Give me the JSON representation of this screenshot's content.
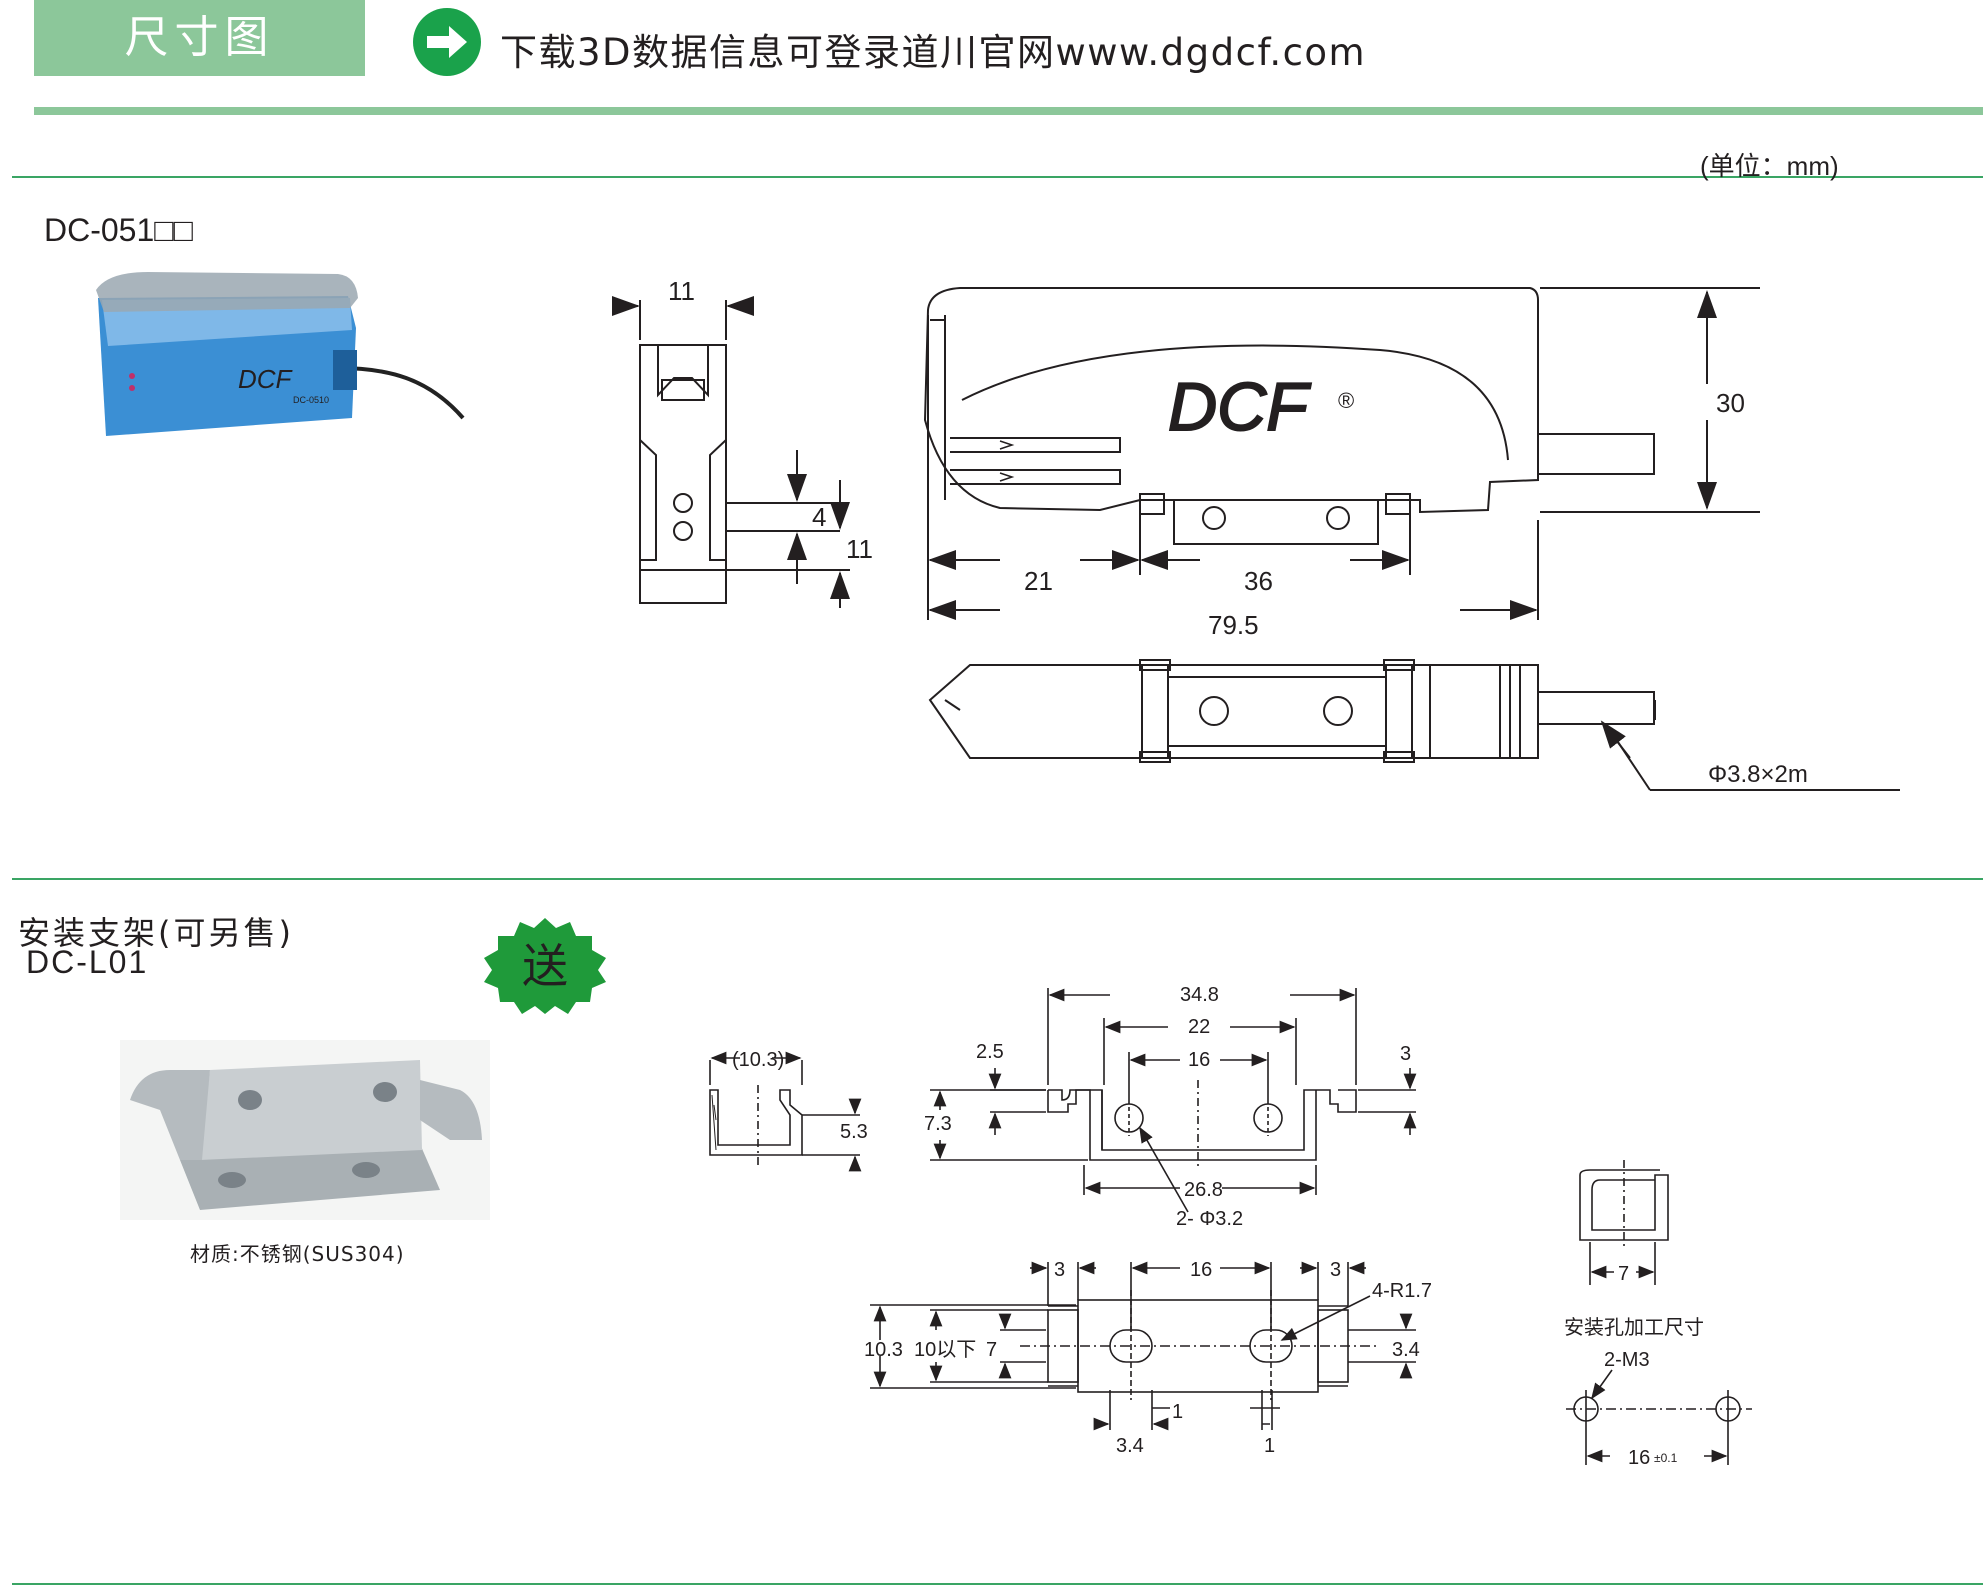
{
  "header": {
    "tab_label": "尺寸图",
    "download_text": "下载3D数据信息可登录道川官网www.dgdcf.com"
  },
  "unit_label": "(单位：mm)",
  "sensor": {
    "model": "DC-051□□",
    "brand": "DCF",
    "reg_mark": "®",
    "label_small": "DC-0510",
    "dims": {
      "front_width": "11",
      "hole_pitch": "4",
      "hole_base": "11",
      "height": "30",
      "offset": "21",
      "mount_len": "36",
      "total_len": "79.5",
      "cable": "Φ3.8×2m"
    }
  },
  "bracket": {
    "title": "安装支架(可另售)",
    "model": "DC-L01",
    "badge": "送",
    "material": "材质:不锈钢(SUS304)",
    "dims": {
      "side_depth": "(10.3)",
      "side_height": "5.3",
      "width_total": "34.8",
      "width_22": "22",
      "hole_pitch_top": "16",
      "tab_h_left": "2.5",
      "tab_h_right": "3",
      "height_73": "7.3",
      "base_268": "26.8",
      "holes": "2- Φ3.2",
      "bot_3_left": "3",
      "bot_16": "16",
      "bot_3_right": "3",
      "radius": "4-R1.7",
      "h_103": "10.3",
      "h_10_below": "10以下",
      "h_7": "7",
      "slot_34": "3.4",
      "gap_1a": "1",
      "gap_1b": "1",
      "slot_34b": "3.4"
    },
    "install": {
      "title": "安装孔加工尺寸",
      "width_7": "7",
      "thread": "2-M3",
      "pitch": "16",
      "tolerance": "±0.1"
    }
  },
  "colors": {
    "accent_green": "#8cc79a",
    "rule_green": "#3aa564",
    "arrow_green": "#1aa24b",
    "sensor_blue": "#3b8fd4",
    "badge_green": "#1f9a3a",
    "badge_text": "#f2e600"
  }
}
